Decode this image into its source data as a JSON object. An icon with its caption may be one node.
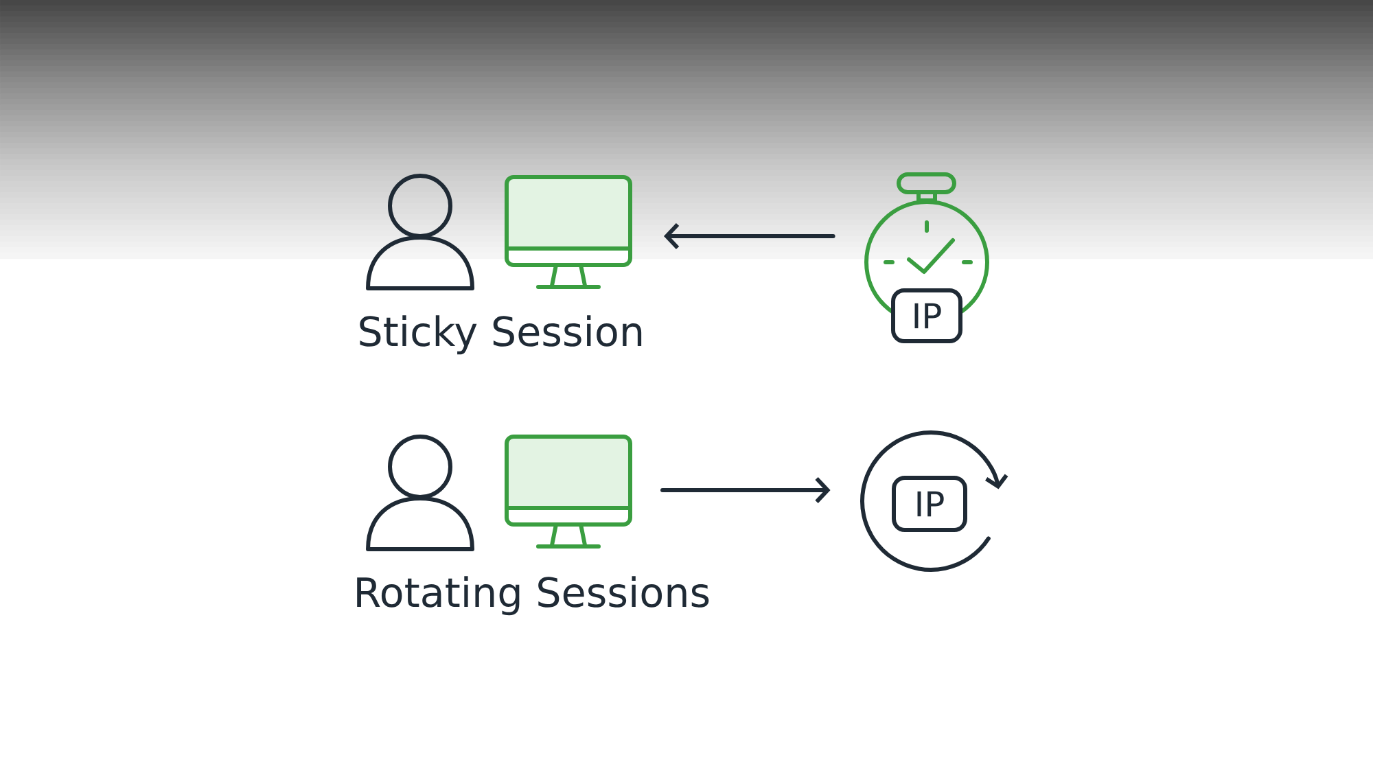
{
  "diagram": {
    "nodes": [
      {
        "text": [],
        "shape": "picture",
        "beside": [
          "Sticky Session"
        ]
      },
      {
        "text": [
          "IP"
        ]
      },
      {
        "text": [],
        "shape": "picture",
        "beside": [
          "Rotating Sessions"
        ]
      },
      {
        "text": [
          "IP"
        ]
      }
    ],
    "edges": [
      {
        "from": 1,
        "to": 0,
        "arrow": "to"
      },
      {
        "from": 2,
        "to": 3,
        "arrow": "to"
      }
    ]
  }
}
